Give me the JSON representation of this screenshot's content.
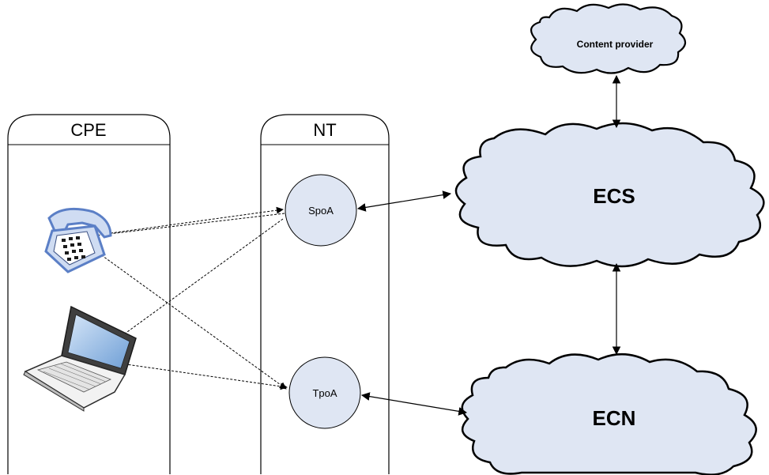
{
  "columns": {
    "cpe": {
      "title": "CPE"
    },
    "nt": {
      "title": "NT"
    }
  },
  "nodes": {
    "spoa": "SpoA",
    "tpoa": "TpoA"
  },
  "clouds": {
    "content_provider": "Content provider",
    "ecs": "ECS",
    "ecn": "ECN"
  },
  "devices": {
    "phone": "telephone-icon",
    "laptop": "laptop-icon"
  },
  "colors": {
    "cloud_fill": "#dfe6f3",
    "phone_blue": "#5b7fc6",
    "stroke": "#000000"
  }
}
